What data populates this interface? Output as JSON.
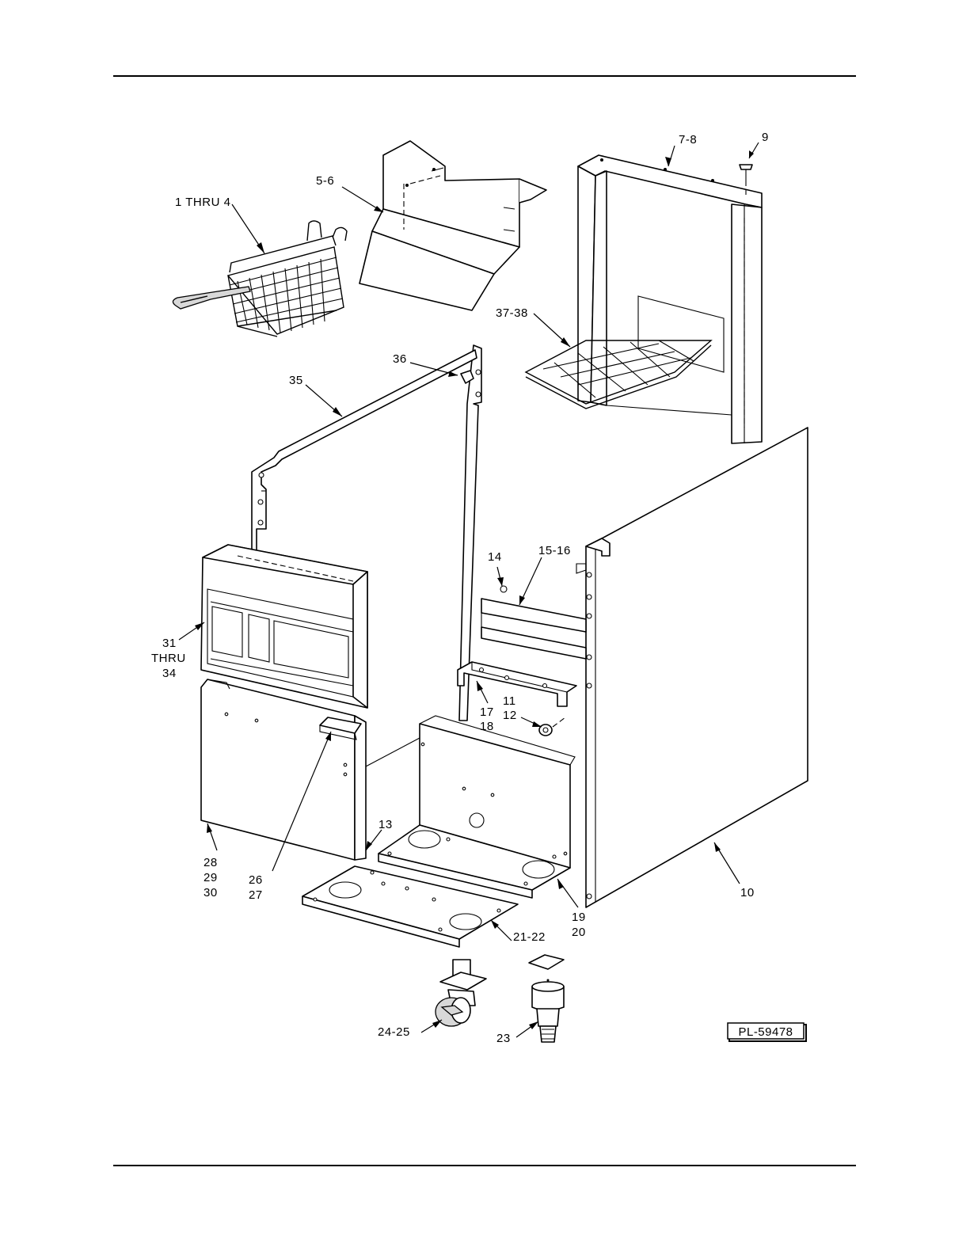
{
  "drawing": {
    "plate_number": "PL-59478",
    "callouts": [
      {
        "id": "c-1-4",
        "text": "1 THRU 4"
      },
      {
        "id": "c-5-6",
        "text": "5-6"
      },
      {
        "id": "c-7-8",
        "text": "7-8"
      },
      {
        "id": "c-9",
        "text": "9"
      },
      {
        "id": "c-37-38",
        "text": "37-38"
      },
      {
        "id": "c-36",
        "text": "36"
      },
      {
        "id": "c-35",
        "text": "35"
      },
      {
        "id": "c-14",
        "text": "14"
      },
      {
        "id": "c-15-16",
        "text": "15-16"
      },
      {
        "id": "c-31",
        "text": "31"
      },
      {
        "id": "c-thru",
        "text": "THRU"
      },
      {
        "id": "c-34",
        "text": "34"
      },
      {
        "id": "c-11",
        "text": "11"
      },
      {
        "id": "c-12",
        "text": "12"
      },
      {
        "id": "c-17",
        "text": "17"
      },
      {
        "id": "c-18",
        "text": "18"
      },
      {
        "id": "c-13",
        "text": "13"
      },
      {
        "id": "c-28",
        "text": "28"
      },
      {
        "id": "c-29",
        "text": "29"
      },
      {
        "id": "c-30",
        "text": "30"
      },
      {
        "id": "c-26",
        "text": "26"
      },
      {
        "id": "c-27",
        "text": "27"
      },
      {
        "id": "c-10",
        "text": "10"
      },
      {
        "id": "c-19",
        "text": "19"
      },
      {
        "id": "c-20",
        "text": "20"
      },
      {
        "id": "c-21-22",
        "text": "21-22"
      },
      {
        "id": "c-24-25",
        "text": "24-25"
      },
      {
        "id": "c-23",
        "text": "23"
      }
    ]
  }
}
